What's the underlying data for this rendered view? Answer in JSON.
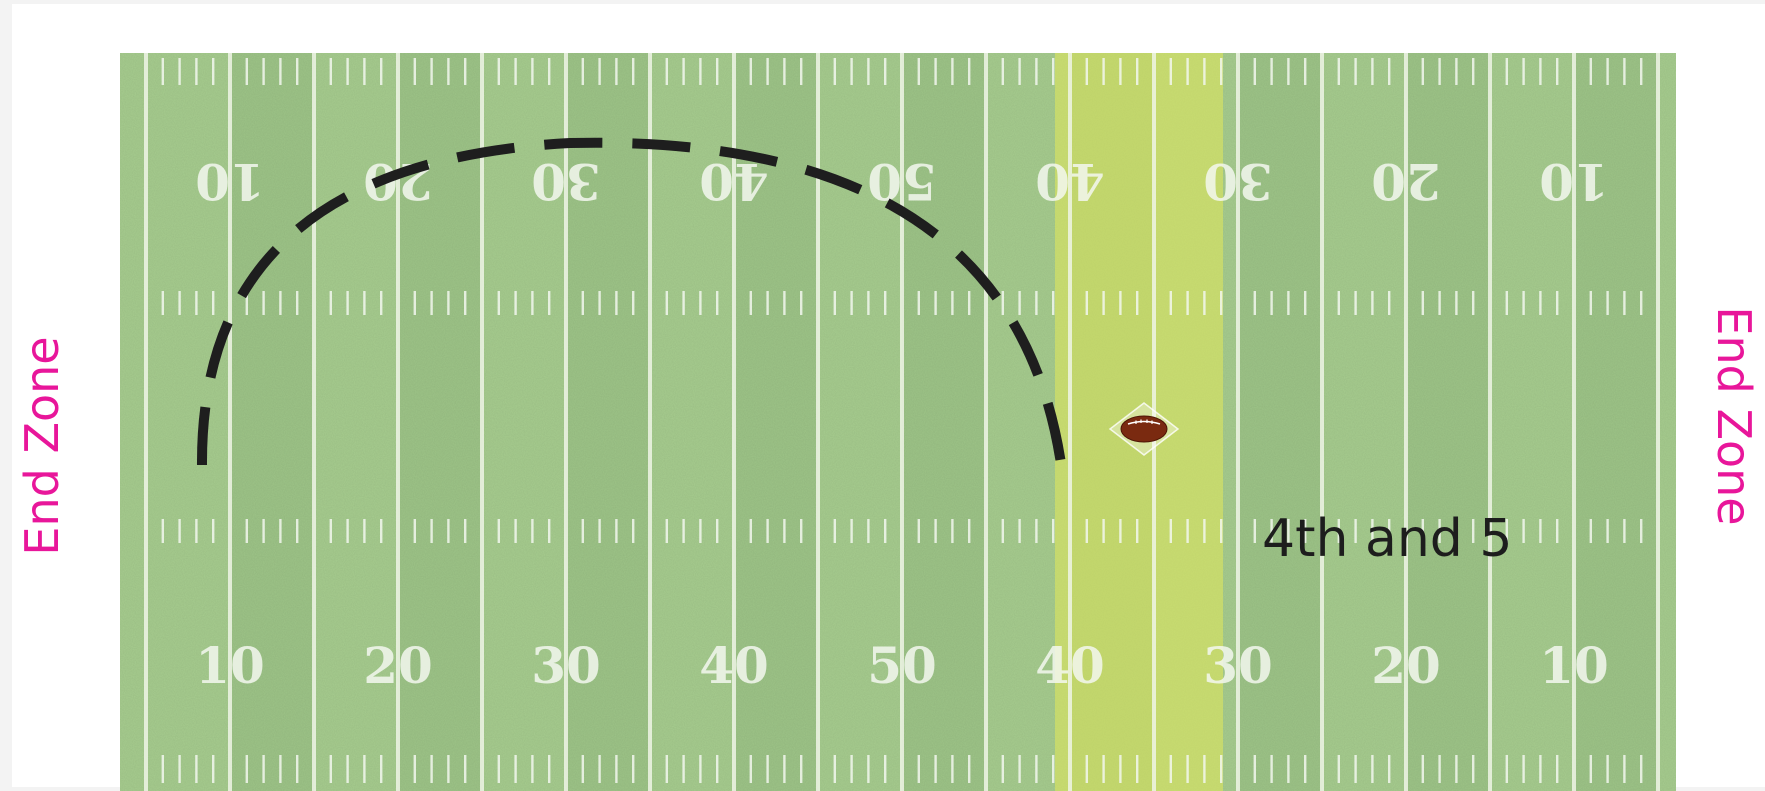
{
  "game": {
    "left_endzone_label": "End Zone",
    "right_endzone_label": "End Zone",
    "down_and_distance": "4th and 5"
  },
  "field": {
    "top_numbers": [
      "10",
      "20",
      "30",
      "40",
      "50",
      "40",
      "30",
      "20",
      "10"
    ],
    "bottom_numbers": [
      "10",
      "20",
      "30",
      "40",
      "50",
      "40",
      "30",
      "20",
      "10"
    ],
    "line_to_gain_highlighted": true
  },
  "colors": {
    "endzone_text": "#e8169a",
    "turf_light": "#a7cd8f",
    "turf_dark": "#98c083",
    "highlight_zone": "#e2ea6e",
    "route_line": "#1e1e1e"
  },
  "icons": {
    "ball": "football-icon",
    "route": "dashed-arc-route"
  }
}
